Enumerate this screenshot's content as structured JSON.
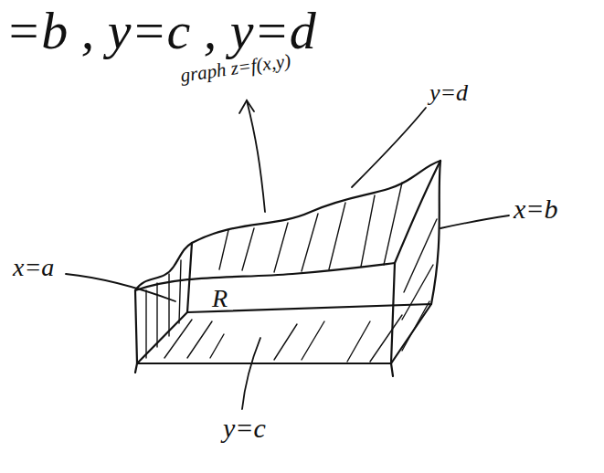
{
  "diagram": {
    "labels": [
      "=b , y=c , y=d",
      "graph z=f(x,y)",
      "y=d",
      "x=a",
      "x=b",
      "R",
      "y=c"
    ]
  }
}
